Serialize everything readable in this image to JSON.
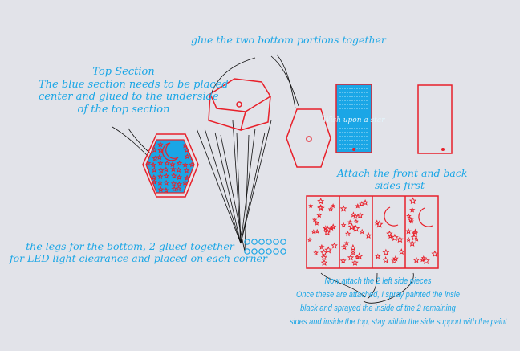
{
  "colors": {
    "accent_blue": "#1aa6e6",
    "accent_red": "#e8202a",
    "background": "#e2e3e9",
    "leader": "#111111"
  },
  "labels": {
    "glue_bottom": "glue the two bottom portions together",
    "top_section": [
      "Top Section",
      "The blue section needs to be placed",
      "center and glued to the underside",
      "of the top section"
    ],
    "legs": [
      "the legs for the bottom, 2 glued together",
      "for LED light clearance and placed on each corner"
    ],
    "attach_front_back": [
      "Attach the front and back",
      "sides first"
    ],
    "instructions": [
      "Now attach the 2 left side pieces",
      "Once these are attached, I spray painted the insie",
      "black and sprayed the inside of the 2 remaining",
      "sides and inside the top, stay within the side support with the paint"
    ]
  },
  "panel_text": "Wish upon a star"
}
